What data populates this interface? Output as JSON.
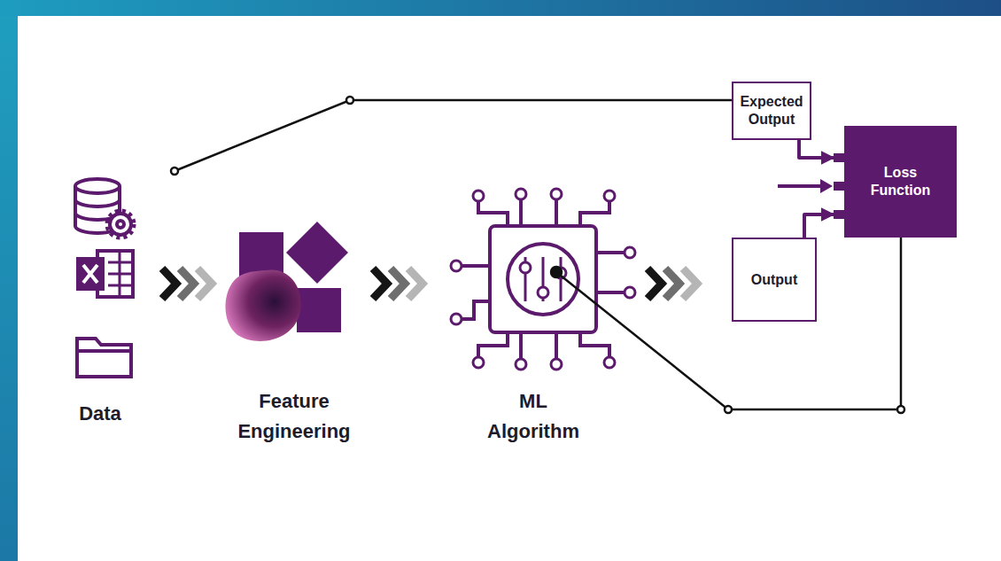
{
  "diagram": {
    "nodes": [
      {
        "text": [
          "Expected Output"
        ]
      },
      {
        "text": [
          "Output"
        ]
      },
      {
        "text": [
          "Loss Function"
        ]
      }
    ],
    "edges": [
      {
        "from": 0,
        "to": 2,
        "arrow": "to"
      },
      {
        "from": 1,
        "to": 2,
        "arrow": "to"
      }
    ],
    "labels": [
      "Data",
      "Feature Engineering",
      "ML Algorithm"
    ]
  }
}
